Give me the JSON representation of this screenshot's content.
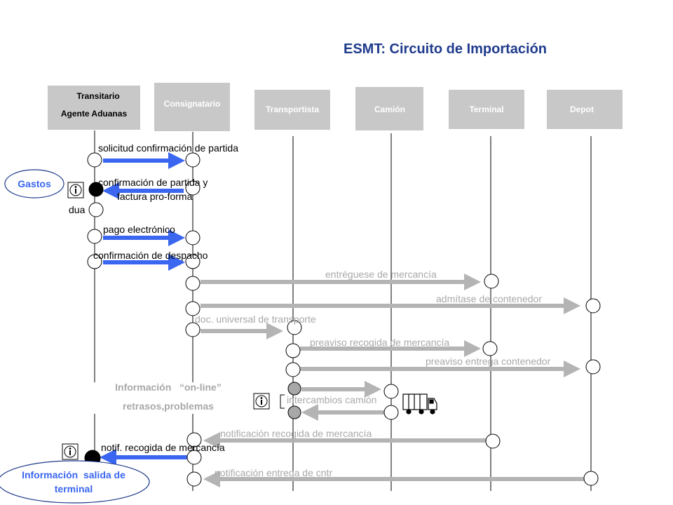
{
  "title": "ESMT: Circuito de Importación",
  "colors": {
    "blue": "#3a66f0",
    "gray": "#b4b4b4",
    "box": "#c8c8c8",
    "navy": "#1f3b8c",
    "title": "#1f3b8c"
  },
  "actors": {
    "transitario": {
      "line1": "Transitario",
      "line2": "Agente Aduanas"
    },
    "consignatario": "Consignatario",
    "transportista": "Transportista",
    "camion": "Camión",
    "terminal": "Terminal",
    "depot": "Depot"
  },
  "messages": {
    "m1": "solicitud confirmación de partida",
    "m2a": "confirmación de partida y",
    "m2b": "factura pro-forma",
    "dua": "dua",
    "m3": "pago electrónico",
    "m4": "confirmación de despacho",
    "m5": "entréguese de mercancía",
    "m6": "admítase de contenedor",
    "m7": "doc. universal de transporte",
    "m8": "preaviso recogida de mercancía",
    "m9": "preaviso entrega contenedor",
    "m10": "intercambios camión",
    "m11": "notificación recogida de mercancía",
    "m12": "notif. recogida de mercancía",
    "m13": "notificación entrega de cntr"
  },
  "notes": {
    "gastos": "Gastos",
    "online1": "Información   “on-line”",
    "online2": "retrasos,problemas",
    "salida1": "Información  salida de",
    "salida2": "terminal"
  },
  "icons": {
    "info": "info-icon",
    "truck": "truck-icon"
  }
}
